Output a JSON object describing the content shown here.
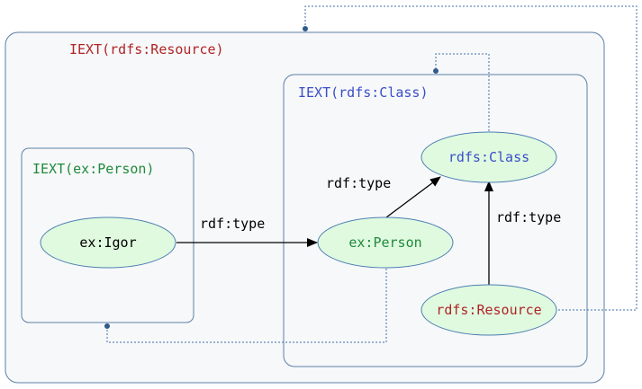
{
  "diagram": {
    "containers": {
      "resource": {
        "label": "IEXT(rdfs:Resource)",
        "color": "#b02424"
      },
      "class": {
        "label": "IEXT(rdfs:Class)",
        "color": "#3a4ec8"
      },
      "person": {
        "label": "IEXT(ex:Person)",
        "color": "#1f8a3a"
      }
    },
    "nodes": {
      "igor": {
        "label": "ex:Igor",
        "color": "#000000"
      },
      "person": {
        "label": "ex:Person",
        "color": "#1f8a3a"
      },
      "class": {
        "label": "rdfs:Class",
        "color": "#3a4ec8"
      },
      "resource": {
        "label": "rdfs:Resource",
        "color": "#b02424"
      }
    },
    "edges": {
      "igor_to_person": {
        "label": "rdf:type"
      },
      "person_to_class": {
        "label": "rdf:type"
      },
      "resource_to_class": {
        "label": "rdf:type"
      }
    },
    "colors": {
      "node_fill": "#e0fae0",
      "node_stroke": "#4a7fb0",
      "container_fill": "#f7f8fa",
      "container_stroke": "#5b7fa6",
      "dotted_link": "#3d6ea8"
    }
  }
}
